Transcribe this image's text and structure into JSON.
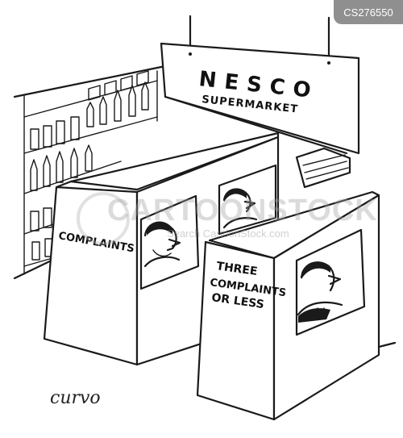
{
  "image_id": "CS276550",
  "watermark": {
    "main": "CARTOONSTOCK",
    "sub": "Search CartoonStock.com"
  },
  "signs": {
    "store_name": "NESCO",
    "store_subtitle": "SUPERMARKET",
    "booth_left": "COMPLAINTS",
    "booth_right_line1": "THREE",
    "booth_right_line2": "COMPLAINTS",
    "booth_right_line3": "OR LESS"
  },
  "signature": "curvo",
  "colors": {
    "ink": "#1a1a1a",
    "paper": "#ffffff",
    "badge": "#8f8f8f"
  }
}
